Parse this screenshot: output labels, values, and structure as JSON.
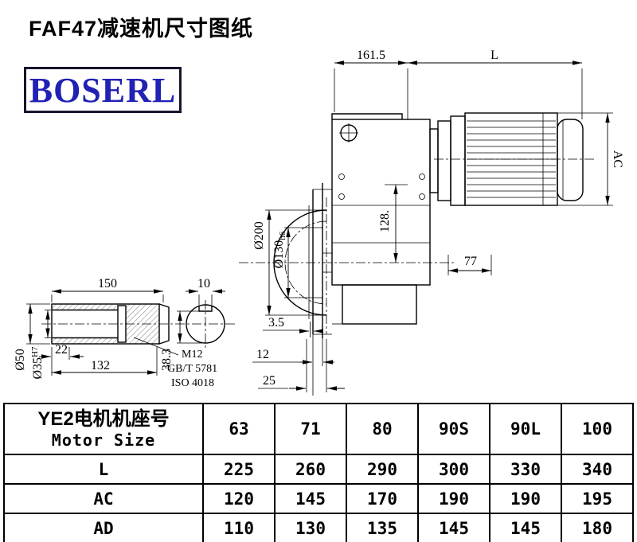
{
  "page": {
    "title": "FAF47减速机尺寸图纸",
    "logo_text": "BOSERL"
  },
  "drawing": {
    "dim_161_5": "161.5",
    "dim_L": "L",
    "dim_AC": "AC",
    "dim_200": "Ø200",
    "dim_130_main": "Ø130",
    "dim_130_tol": "h6",
    "dim_128": "128.",
    "dim_77": "77",
    "dim_3_5": "3.5",
    "dim_12": "12",
    "dim_25": "25",
    "dim_38_3": "38.3",
    "dim_150": "150",
    "dim_10": "10",
    "dim_50": "Ø50",
    "dim_35_main": "Ø35",
    "dim_35_tol": "H7",
    "dim_22": "22",
    "dim_132": "132",
    "note_m12": "M12",
    "note_gbt": "GB/T 5781",
    "note_iso": "ISO 4018"
  },
  "table": {
    "header_cn": "YE2电机机座号",
    "header_en": "Motor Size",
    "columns": [
      "63",
      "71",
      "80",
      "90S",
      "90L",
      "100"
    ],
    "rows": [
      {
        "label": "L",
        "values": [
          "225",
          "260",
          "290",
          "300",
          "330",
          "340"
        ]
      },
      {
        "label": "AC",
        "values": [
          "120",
          "145",
          "170",
          "190",
          "190",
          "195"
        ]
      },
      {
        "label": "AD",
        "values": [
          "110",
          "130",
          "135",
          "145",
          "145",
          "180"
        ]
      }
    ]
  }
}
